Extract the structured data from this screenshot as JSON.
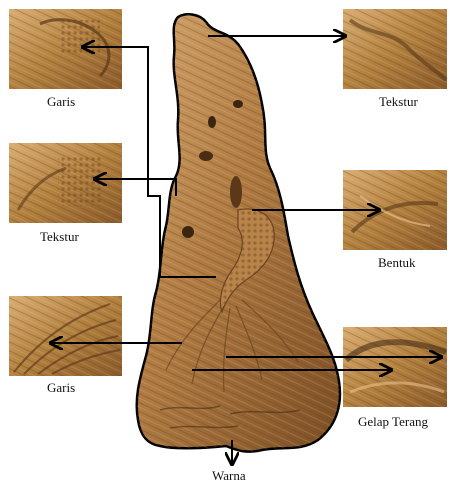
{
  "palette": {
    "wood_light": "#c89a63",
    "wood_mid": "#a8773f",
    "wood_dark": "#6b4420",
    "shadow": "#3b2410",
    "outline": "#000000",
    "arrow": "#000000"
  },
  "labels": {
    "top_left": "Garis",
    "top_right": "Tekstur",
    "mid_left": "Tekstur",
    "mid_right": "Bentuk",
    "low_left": "Garis",
    "low_right": "Gelap Terang",
    "bottom": "Warna"
  },
  "insets": [
    {
      "id": "inset-top-left",
      "label_key": "top_left"
    },
    {
      "id": "inset-top-right",
      "label_key": "top_right"
    },
    {
      "id": "inset-mid-left",
      "label_key": "mid_left"
    },
    {
      "id": "inset-mid-right",
      "label_key": "mid_right"
    },
    {
      "id": "inset-low-left",
      "label_key": "low_left"
    },
    {
      "id": "inset-low-right",
      "label_key": "low_right"
    }
  ]
}
